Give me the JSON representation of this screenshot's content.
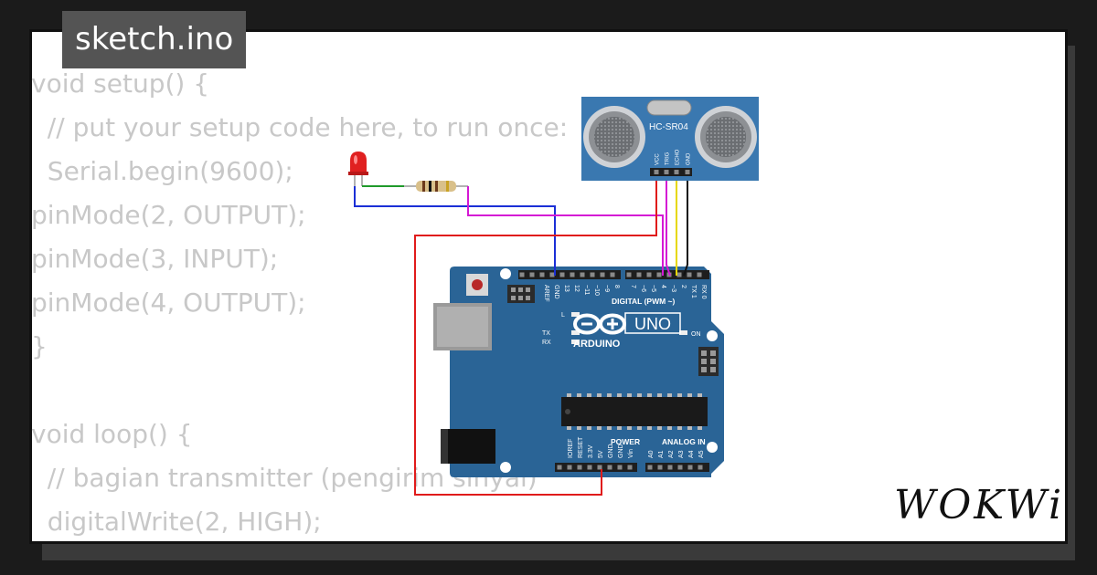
{
  "window": {
    "title": "sketch.ino"
  },
  "editor": {
    "lines": [
      "void setup() {",
      "  // put your setup code here, to run once:",
      "  Serial.begin(9600);",
      "pinMode(2, OUTPUT);",
      "pinMode(3, INPUT);",
      "pinMode(4, OUTPUT);",
      "}",
      "",
      "void loop() {",
      "  // bagian transmitter (pengirim sinyal)",
      "  digitalWrite(2, HIGH);"
    ]
  },
  "sensor": {
    "model": "HC-SR04",
    "pins": [
      "VCC",
      "TRIG",
      "ECHO",
      "GND"
    ]
  },
  "board": {
    "model": "UNO",
    "brand": "ARDUINO",
    "digital_header_label": "DIGITAL (PWM ~)",
    "digital_pins": [
      "AREF",
      "GND",
      "13",
      "12",
      "~11",
      "~10",
      "~9",
      "8",
      "7",
      "~6",
      "~5",
      "4",
      "~3",
      "2",
      "TX 1",
      "RX 0"
    ],
    "power_label": "POWER",
    "power_pins": [
      "IOREF",
      "RESET",
      "3.3V",
      "5V",
      "GND",
      "GND",
      "Vin"
    ],
    "analog_label": "ANALOG IN",
    "analog_pins": [
      "A0",
      "A1",
      "A2",
      "A3",
      "A4",
      "A5"
    ],
    "led_l": "L",
    "led_tx": "TX",
    "led_rx": "RX",
    "led_on": "ON"
  },
  "brand": {
    "logo": "WOKWi"
  },
  "colors": {
    "board": "#2a6496",
    "wire_red": "#e01b1b",
    "wire_blue": "#1b2fd6",
    "wire_green": "#1f9a2a",
    "wire_magenta": "#d418d4",
    "wire_yellow": "#e6d800",
    "wire_black": "#111111",
    "code_text": "#c8c8c8",
    "sensor": "#3a78b0"
  }
}
